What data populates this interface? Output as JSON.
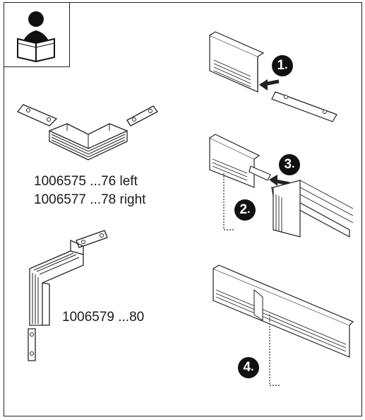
{
  "icons": {
    "reader": "read-instructions-icon"
  },
  "labels": {
    "corner_left": "1006575 ...76 left",
    "corner_right": "1006577 ...78 right",
    "corner_vertical": "1006579 ...80"
  },
  "steps": [
    {
      "number": "1",
      "suffix": "."
    },
    {
      "number": "2",
      "suffix": "."
    },
    {
      "number": "3",
      "suffix": "."
    },
    {
      "number": "4",
      "suffix": "."
    }
  ]
}
